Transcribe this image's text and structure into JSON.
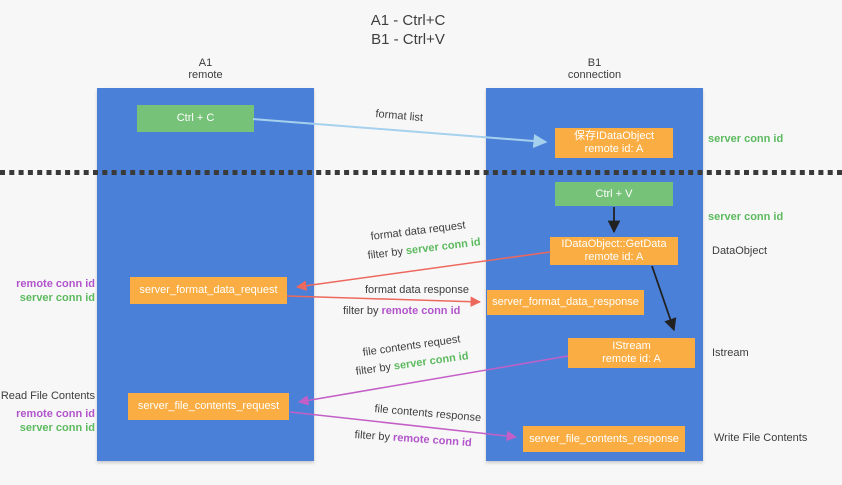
{
  "title": {
    "line1": "A1 - Ctrl+C",
    "line2": "B1 - Ctrl+V"
  },
  "lanes": {
    "left": {
      "name": "A1",
      "role": "remote"
    },
    "right": {
      "name": "B1",
      "role": "connection"
    }
  },
  "nodes": {
    "ctrl_c": {
      "label": "Ctrl + C"
    },
    "ctrl_v": {
      "label": "Ctrl + V"
    },
    "save_dataobject": {
      "line1": "保存IDataObject",
      "line2": "remote id: A"
    },
    "getdata": {
      "line1": "IDataObject::GetData",
      "line2": "remote id: A"
    },
    "istream": {
      "line1": "IStream",
      "line2": "remote id: A"
    },
    "format_request": {
      "label": "server_format_data_request"
    },
    "format_response": {
      "label": "server_format_data_response"
    },
    "file_request": {
      "label": "server_file_contents_request"
    },
    "file_response": {
      "label": "server_file_contents_response"
    }
  },
  "arrow_labels": {
    "format_list": "format list",
    "format_data_request": "format data request",
    "format_data_response": "format data response",
    "file_contents_request": "file contents request",
    "file_contents_response": "file contents response",
    "filter_by": "filter by ",
    "server_conn_id": "server conn id",
    "remote_conn_id": "remote conn id"
  },
  "side_labels": {
    "server_conn_id": "server conn id",
    "remote_conn_id": "remote conn id",
    "dataobject": "DataObject",
    "istream": "Istream",
    "read_file": "Read File Contents",
    "write_file": "Write File Contents"
  },
  "colors": {
    "lane_blue": "#4a80d8",
    "node_orange": "#f9ad42",
    "node_green": "#76c279",
    "arrow_blue": "#a6d1ee",
    "arrow_red": "#ed685d",
    "arrow_purple": "#c35fc7",
    "arrow_black": "#212121",
    "text_green": "#5cba5f",
    "text_purple": "#b254cb",
    "text_dark": "#3d3d3d",
    "background": "#f7f7f7"
  }
}
